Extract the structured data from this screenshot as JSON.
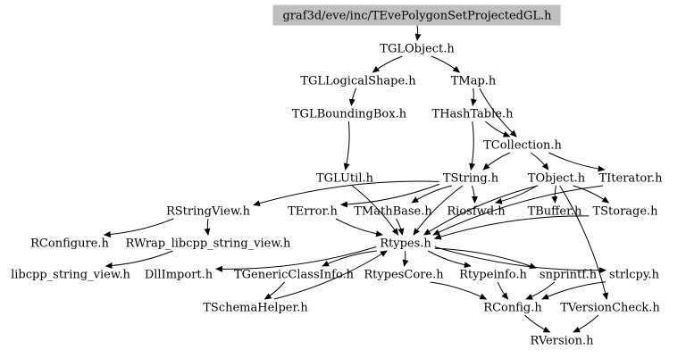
{
  "graph": {
    "root": "graf3d/eve/inc/TEvePolygonSetProjectedGL.h",
    "root_fill": "#bfbfbf",
    "nodes": {
      "root": "graf3d/eve/inc/TEvePolygonSetProjectedGL.h",
      "tglobject": "TGLObject.h",
      "tgllogicalshape": "TGLLogicalShape.h",
      "tmap": "TMap.h",
      "tglboundingbox": "TGLBoundingBox.h",
      "thashtable": "THashTable.h",
      "tcollection": "TCollection.h",
      "tglutil": "TGLUtil.h",
      "tstring": "TString.h",
      "tobject": "TObject.h",
      "titerator": "TIterator.h",
      "rstringview": "RStringView.h",
      "terror": "TError.h",
      "tmathbase": "TMathBase.h",
      "riosfwd": "Riosfwd.h",
      "tbuffer": "TBuffer.h",
      "tstorage": "TStorage.h",
      "rconfigure": "RConfigure.h",
      "rwrap": "RWrap_libcpp_string_view.h",
      "rtypes": "Rtypes.h",
      "libcpp": "libcpp_string_view.h",
      "dllimport": "DllImport.h",
      "tgenericclassinfo": "TGenericClassInfo.h",
      "rtypescore": "RtypesCore.h",
      "rtypeinfo": "Rtypeinfo.h",
      "snprintf": "snprintf.h",
      "strlcpy": "strlcpy.h",
      "tschemahelper": "TSchemaHelper.h",
      "rconfig": "RConfig.h",
      "tversioncheck": "TVersionCheck.h",
      "rversion": "RVersion.h"
    },
    "edges": [
      [
        "root",
        "tglobject"
      ],
      [
        "tglobject",
        "tgllogicalshape"
      ],
      [
        "tglobject",
        "tmap"
      ],
      [
        "tgllogicalshape",
        "tglboundingbox"
      ],
      [
        "tmap",
        "thashtable"
      ],
      [
        "tmap",
        "tcollection"
      ],
      [
        "tglboundingbox",
        "tglutil"
      ],
      [
        "thashtable",
        "tcollection"
      ],
      [
        "thashtable",
        "tstring"
      ],
      [
        "tcollection",
        "tstring"
      ],
      [
        "tcollection",
        "tobject"
      ],
      [
        "tcollection",
        "titerator"
      ],
      [
        "tglutil",
        "rtypes"
      ],
      [
        "tstring",
        "rstringview"
      ],
      [
        "tstring",
        "terror"
      ],
      [
        "tstring",
        "tmathbase"
      ],
      [
        "tstring",
        "riosfwd"
      ],
      [
        "tstring",
        "rtypes"
      ],
      [
        "tobject",
        "riosfwd"
      ],
      [
        "tobject",
        "tbuffer"
      ],
      [
        "tobject",
        "tstorage"
      ],
      [
        "tobject",
        "rtypes"
      ],
      [
        "tobject",
        "tversioncheck"
      ],
      [
        "titerator",
        "rtypes"
      ],
      [
        "rstringview",
        "rconfigure"
      ],
      [
        "rstringview",
        "rwrap"
      ],
      [
        "rwrap",
        "libcpp"
      ],
      [
        "terror",
        "rtypes"
      ],
      [
        "tmathbase",
        "rtypes"
      ],
      [
        "tstorage",
        "rtypes"
      ],
      [
        "rtypes",
        "dllimport"
      ],
      [
        "rtypes",
        "tgenericclassinfo"
      ],
      [
        "rtypes",
        "rtypescore"
      ],
      [
        "rtypes",
        "rtypeinfo"
      ],
      [
        "rtypes",
        "snprintf"
      ],
      [
        "rtypes",
        "strlcpy"
      ],
      [
        "tgenericclassinfo",
        "tschemahelper"
      ],
      [
        "tschemahelper",
        "rtypes"
      ],
      [
        "rtypescore",
        "rconfig"
      ],
      [
        "rtypeinfo",
        "rconfig"
      ],
      [
        "snprintf",
        "rconfig"
      ],
      [
        "strlcpy",
        "rconfig"
      ],
      [
        "tversioncheck",
        "rversion"
      ],
      [
        "rconfig",
        "rversion"
      ]
    ]
  }
}
